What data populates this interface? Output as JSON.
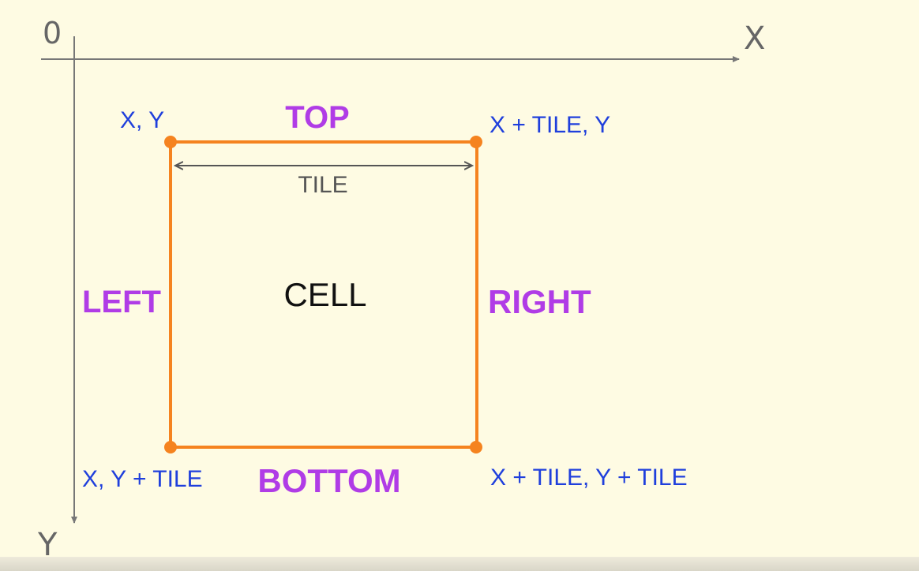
{
  "axes": {
    "origin_label": "0",
    "x_label": "X",
    "y_label": "Y"
  },
  "corners": {
    "top_left": "X, Y",
    "top_right": "X + TILE, Y",
    "bottom_left": "X, Y + TILE",
    "bottom_right": "X + TILE, Y + TILE"
  },
  "sides": {
    "top": "TOP",
    "bottom": "BOTTOM",
    "left": "LEFT",
    "right": "RIGHT"
  },
  "cell_label": "CELL",
  "tile_dimension_label": "TILE",
  "colors": {
    "background": "#fefbe3",
    "cell_outline": "#f5831f",
    "side_labels": "#b03ce6",
    "corner_labels": "#1f3fdc",
    "axis": "#777777",
    "dimension": "#555555"
  }
}
